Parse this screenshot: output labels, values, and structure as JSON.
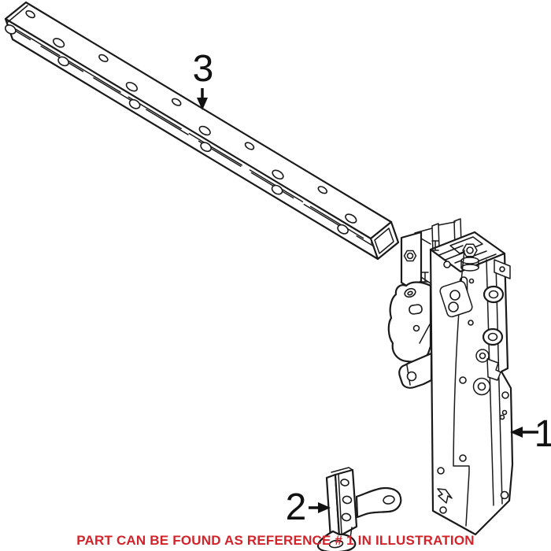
{
  "labels": {
    "part1": "1",
    "part2": "2",
    "part3": "3"
  },
  "note": {
    "text": "PART CAN BE FOUND AS REFERENCE # 1 IN ILLUSTRATION",
    "color": "#d2232a"
  },
  "colors": {
    "line": "#1a1a1a",
    "background": "#ffffff",
    "note_red": "#d2232a"
  }
}
